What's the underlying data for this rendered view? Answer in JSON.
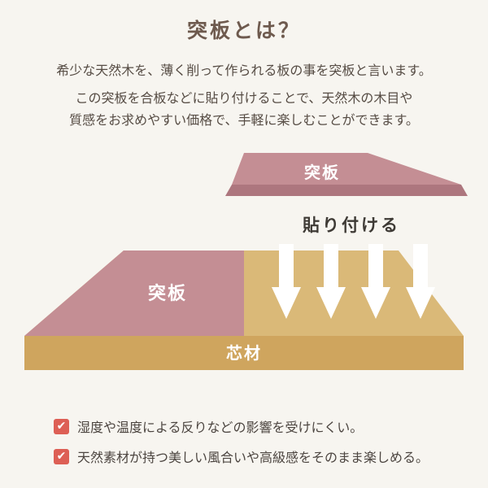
{
  "page": {
    "title": "突板とは？",
    "intro": {
      "line1": "希少な天然木を、薄く削って作られる板の事を突板と言います。",
      "line2": "この突板を合板などに貼り付けることで、天然木の木目や",
      "line3": "質感をお求めやすい価格で、手軽に楽しむことができます。"
    }
  },
  "diagram": {
    "veneer_sheet_label": "突板",
    "action_label": "貼り付ける",
    "veneer_attached_label": "突板",
    "core_label": "芯材",
    "arrow_icon": "down-arrow"
  },
  "checklist": {
    "check_glyph": "✔",
    "items": [
      "湿度や温度による反りなどの影響を受けにくい。",
      "天然素材が持つ美しい風合いや高級感をそのまま楽しめる。"
    ]
  },
  "colors": {
    "background": "#f7f5f0",
    "title_text": "#6e5a4e",
    "body_text": "#564c44",
    "veneer_pink": "#c48e94",
    "veneer_edge": "#ad767e",
    "core_top": "#dab978",
    "core_front": "#cfa55e",
    "arrow_white": "#ffffff",
    "shape_label_text": "#ffffff",
    "action_text": "#3e3a35",
    "checkbox_red": "#dd5f55",
    "checklist_text": "#4c4540"
  }
}
